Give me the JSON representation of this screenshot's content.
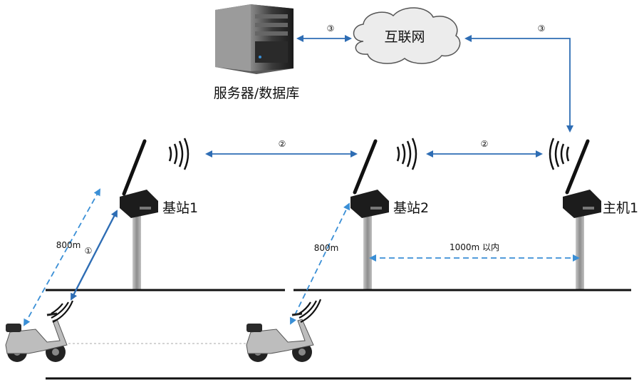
{
  "server": {
    "label": "服务器/数据库",
    "icon": "server-tower-icon"
  },
  "cloud": {
    "label": "互联网",
    "icon": "cloud-icon"
  },
  "stations": [
    {
      "label": "基站1",
      "icon": "antenna-transceiver-icon"
    },
    {
      "label": "基站2",
      "icon": "antenna-transceiver-icon"
    },
    {
      "label": "主机1",
      "icon": "antenna-transceiver-icon"
    }
  ],
  "links": {
    "server_cloud": "③",
    "cloud_host": "③",
    "station1_station2": "②",
    "station2_host": "②",
    "scooter1_station1": "①"
  },
  "distances": {
    "scooter1_station1": "800m",
    "scooter2_station2": "800m",
    "station2_host": "1000m 以内"
  },
  "colors": {
    "arrow_solid": "#2e6db4",
    "arrow_dashed": "#3a8fd6",
    "pole": "#9a9a9a",
    "road": "#111111"
  }
}
